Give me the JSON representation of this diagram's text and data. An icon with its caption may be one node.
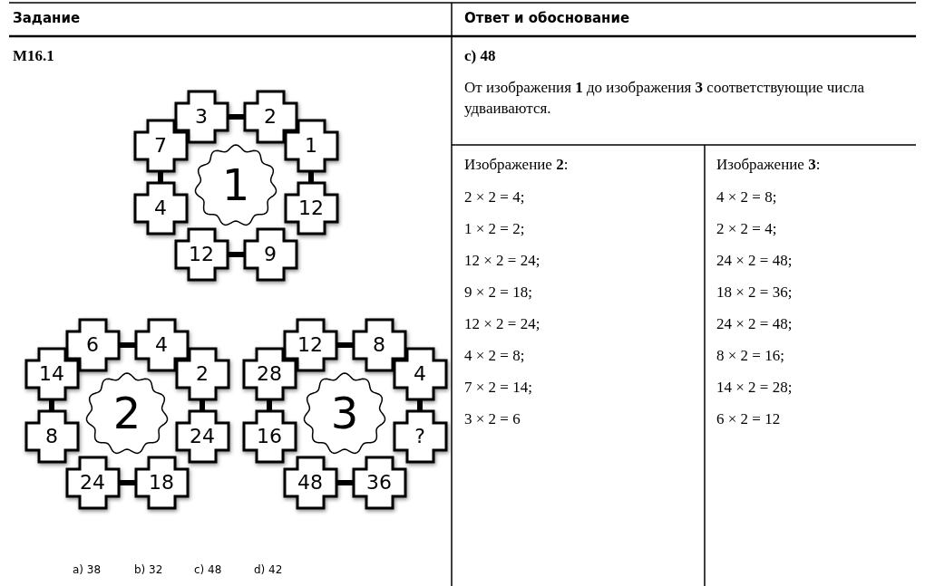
{
  "diagram": {
    "nodes": [
      {
        "text": [
          "3"
        ]
      },
      {
        "text": [
          "2"
        ]
      },
      {
        "text": [
          "7"
        ]
      },
      {
        "text": [
          "1"
        ]
      },
      {
        "text": [
          "4"
        ]
      },
      {
        "text": [
          "12"
        ]
      },
      {
        "text": [
          "12"
        ]
      },
      {
        "text": [
          "9"
        ]
      },
      {
        "text": [
          "1"
        ]
      },
      {
        "text": [
          "6"
        ]
      },
      {
        "text": [
          "4"
        ]
      },
      {
        "text": [
          "14"
        ]
      },
      {
        "text": [
          "2"
        ]
      },
      {
        "text": [
          "8"
        ]
      },
      {
        "text": [
          "24"
        ]
      },
      {
        "text": [
          "24"
        ]
      },
      {
        "text": [
          "18"
        ]
      },
      {
        "text": [
          "2"
        ]
      },
      {
        "text": [
          "12"
        ]
      },
      {
        "text": [
          "8"
        ]
      },
      {
        "text": [
          "28"
        ]
      },
      {
        "text": [
          "4"
        ]
      },
      {
        "text": [
          "16"
        ]
      },
      {
        "text": [
          "?"
        ]
      },
      {
        "text": [
          "48"
        ]
      },
      {
        "text": [
          "36"
        ]
      },
      {
        "text": [
          "3"
        ]
      }
    ],
    "edges": [
      {
        "from": 0,
        "to": 1,
        "arrow": "none"
      },
      {
        "from": 2,
        "to": 4,
        "arrow": "none"
      },
      {
        "from": 3,
        "to": 5,
        "arrow": "none"
      },
      {
        "from": 6,
        "to": 7,
        "arrow": "none"
      },
      {
        "from": 9,
        "to": 10,
        "arrow": "none"
      },
      {
        "from": 11,
        "to": 13,
        "arrow": "none"
      },
      {
        "from": 12,
        "to": 14,
        "arrow": "none"
      },
      {
        "from": 15,
        "to": 16,
        "arrow": "none"
      },
      {
        "from": 18,
        "to": 19,
        "arrow": "none"
      },
      {
        "from": 20,
        "to": 22,
        "arrow": "none"
      },
      {
        "from": 21,
        "to": 23,
        "arrow": "none"
      },
      {
        "from": 24,
        "to": 25,
        "arrow": "none"
      }
    ],
    "labels": [
      "Задание",
      "Ответ и обоснование",
      "M16.1",
      "c) 48",
      "От изображения **1** до изображения **3** соответствующие числа удваиваются.",
      "Изображение **2**:",
      "Изображение **3**:",
      "2 × 2 = 4;",
      "4 × 2 = 8;",
      "1 × 2 = 2;",
      "2 × 2 = 4;",
      "12 × 2 = 24;",
      "24 × 2 = 48;",
      "9 × 2 = 18;",
      "18 × 2 = 36;",
      "12 × 2 = 24;",
      "24 × 2 = 48;",
      "4 × 2 = 8;",
      "8 × 2 = 16;",
      "7 × 2 = 14;",
      "14 × 2 = 28;",
      "3 × 2 = 6",
      "6 × 2 = 12",
      "a) 38",
      "b) 32",
      "c) 48",
      "d) 42"
    ]
  }
}
